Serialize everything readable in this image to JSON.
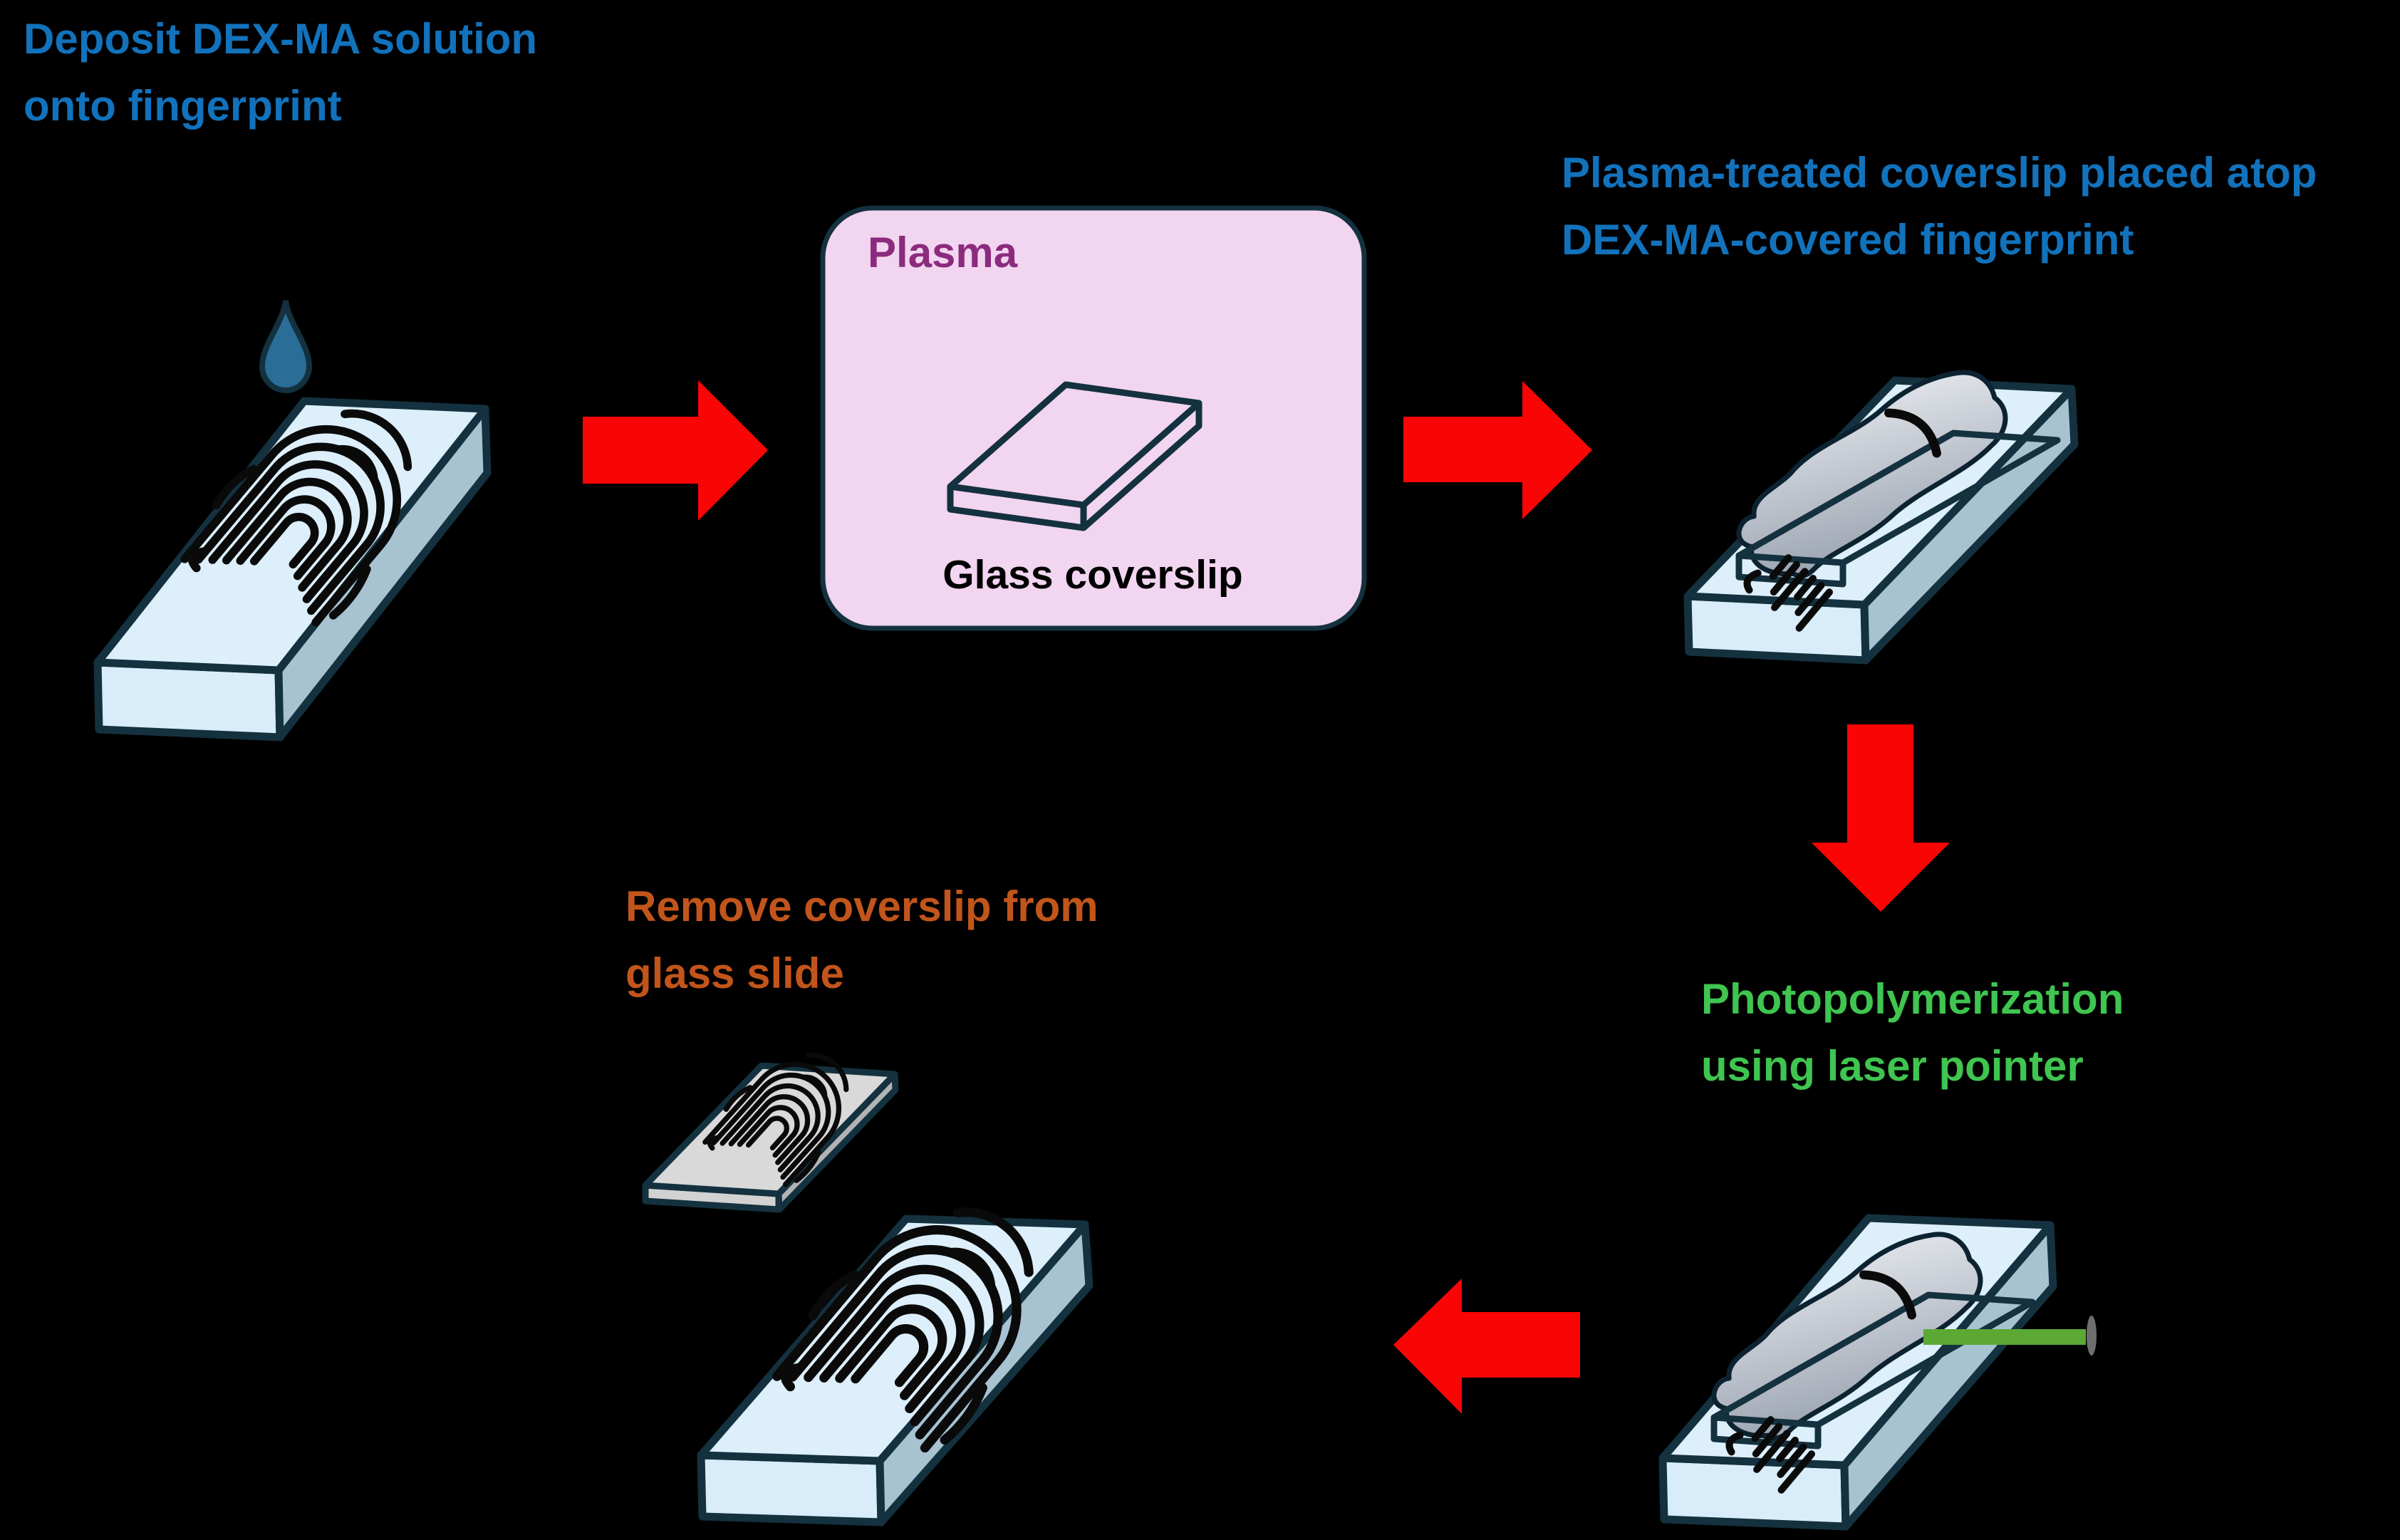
{
  "steps": {
    "step1": {
      "line1": "Deposit DEX-MA solution",
      "line2": "onto fingerprint",
      "color": "#1272BC"
    },
    "step2": {
      "line1": "Plasma-treated coverslip placed atop",
      "line2": "DEX-MA-covered fingerprint",
      "color": "#1272BC"
    },
    "step3": {
      "line1": "Photopolymerization",
      "line2": "using laser pointer",
      "color": "#3FC550"
    },
    "step4": {
      "line1": "Remove coverslip from",
      "line2": "glass slide",
      "color": "#C2551B"
    }
  },
  "plasma_box": {
    "title": "Plasma",
    "title_color": "#8C2B7E",
    "caption": "Glass coverslip",
    "caption_color": "#000000",
    "fill": "#F2D5F0",
    "border": "#14313F"
  },
  "palette": {
    "arrow_red": "#FA0505",
    "outline_navy": "#14313F",
    "slide_top": "#DCEFFA",
    "slide_front": "#D8EDF9",
    "slide_side": "#A7C3D2",
    "coverslip_top": "#D9D9D9",
    "coverslip_front": "#D2D2D2",
    "coverslip_side": "#B3B3B3",
    "droplet_fill": "#2A6D96",
    "fingerprint_black": "#0A0A0A",
    "blob_light": "#E6E9EE",
    "blob_dark": "#97A0AD",
    "laser_green": "#5CA835",
    "laser_aperture": "#6F6F6F",
    "background": "#000000"
  }
}
